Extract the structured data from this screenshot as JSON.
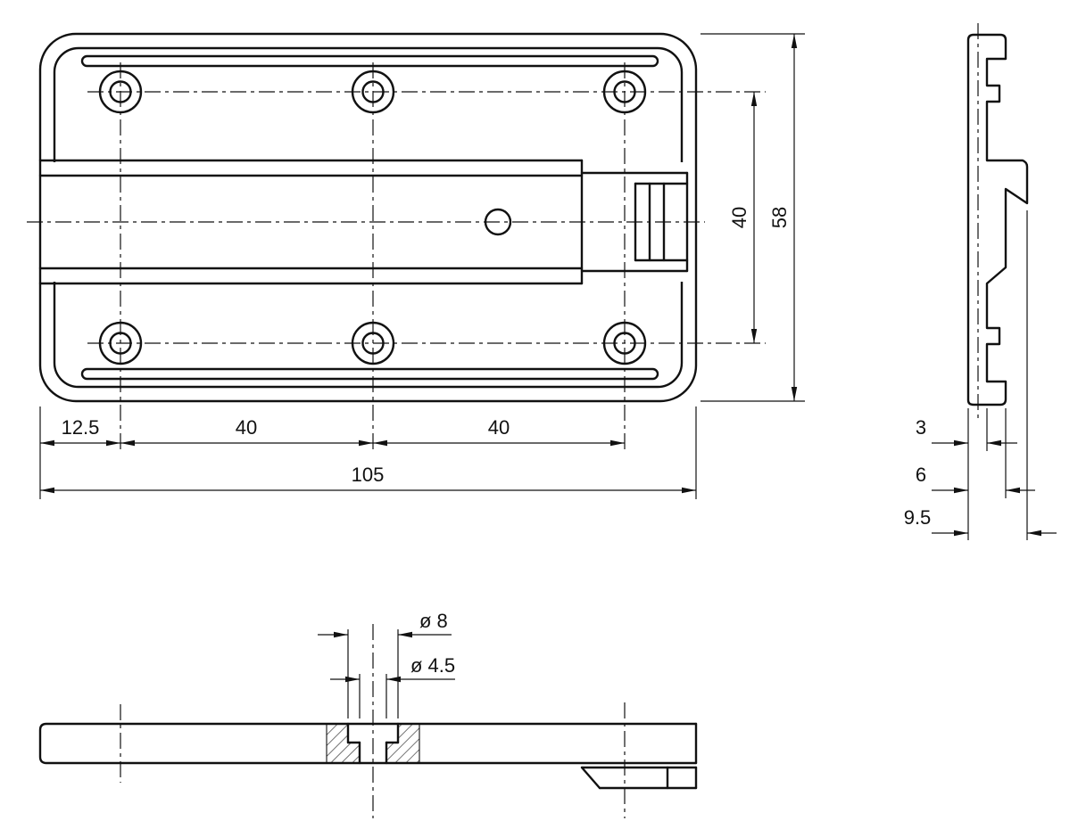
{
  "front_view": {
    "dim_left_offset": "12.5",
    "dim_hole_pitch_1": "40",
    "dim_hole_pitch_2": "40",
    "dim_overall_width": "105",
    "dim_hole_row_pitch": "40",
    "dim_overall_height": "58"
  },
  "side_view": {
    "dim_plate_thickness": "3",
    "dim_mid_depth": "6",
    "dim_overall_depth": "9.5"
  },
  "bottom_view": {
    "dim_counterbore_dia": "ø 8",
    "dim_through_dia": "ø 4.5"
  }
}
